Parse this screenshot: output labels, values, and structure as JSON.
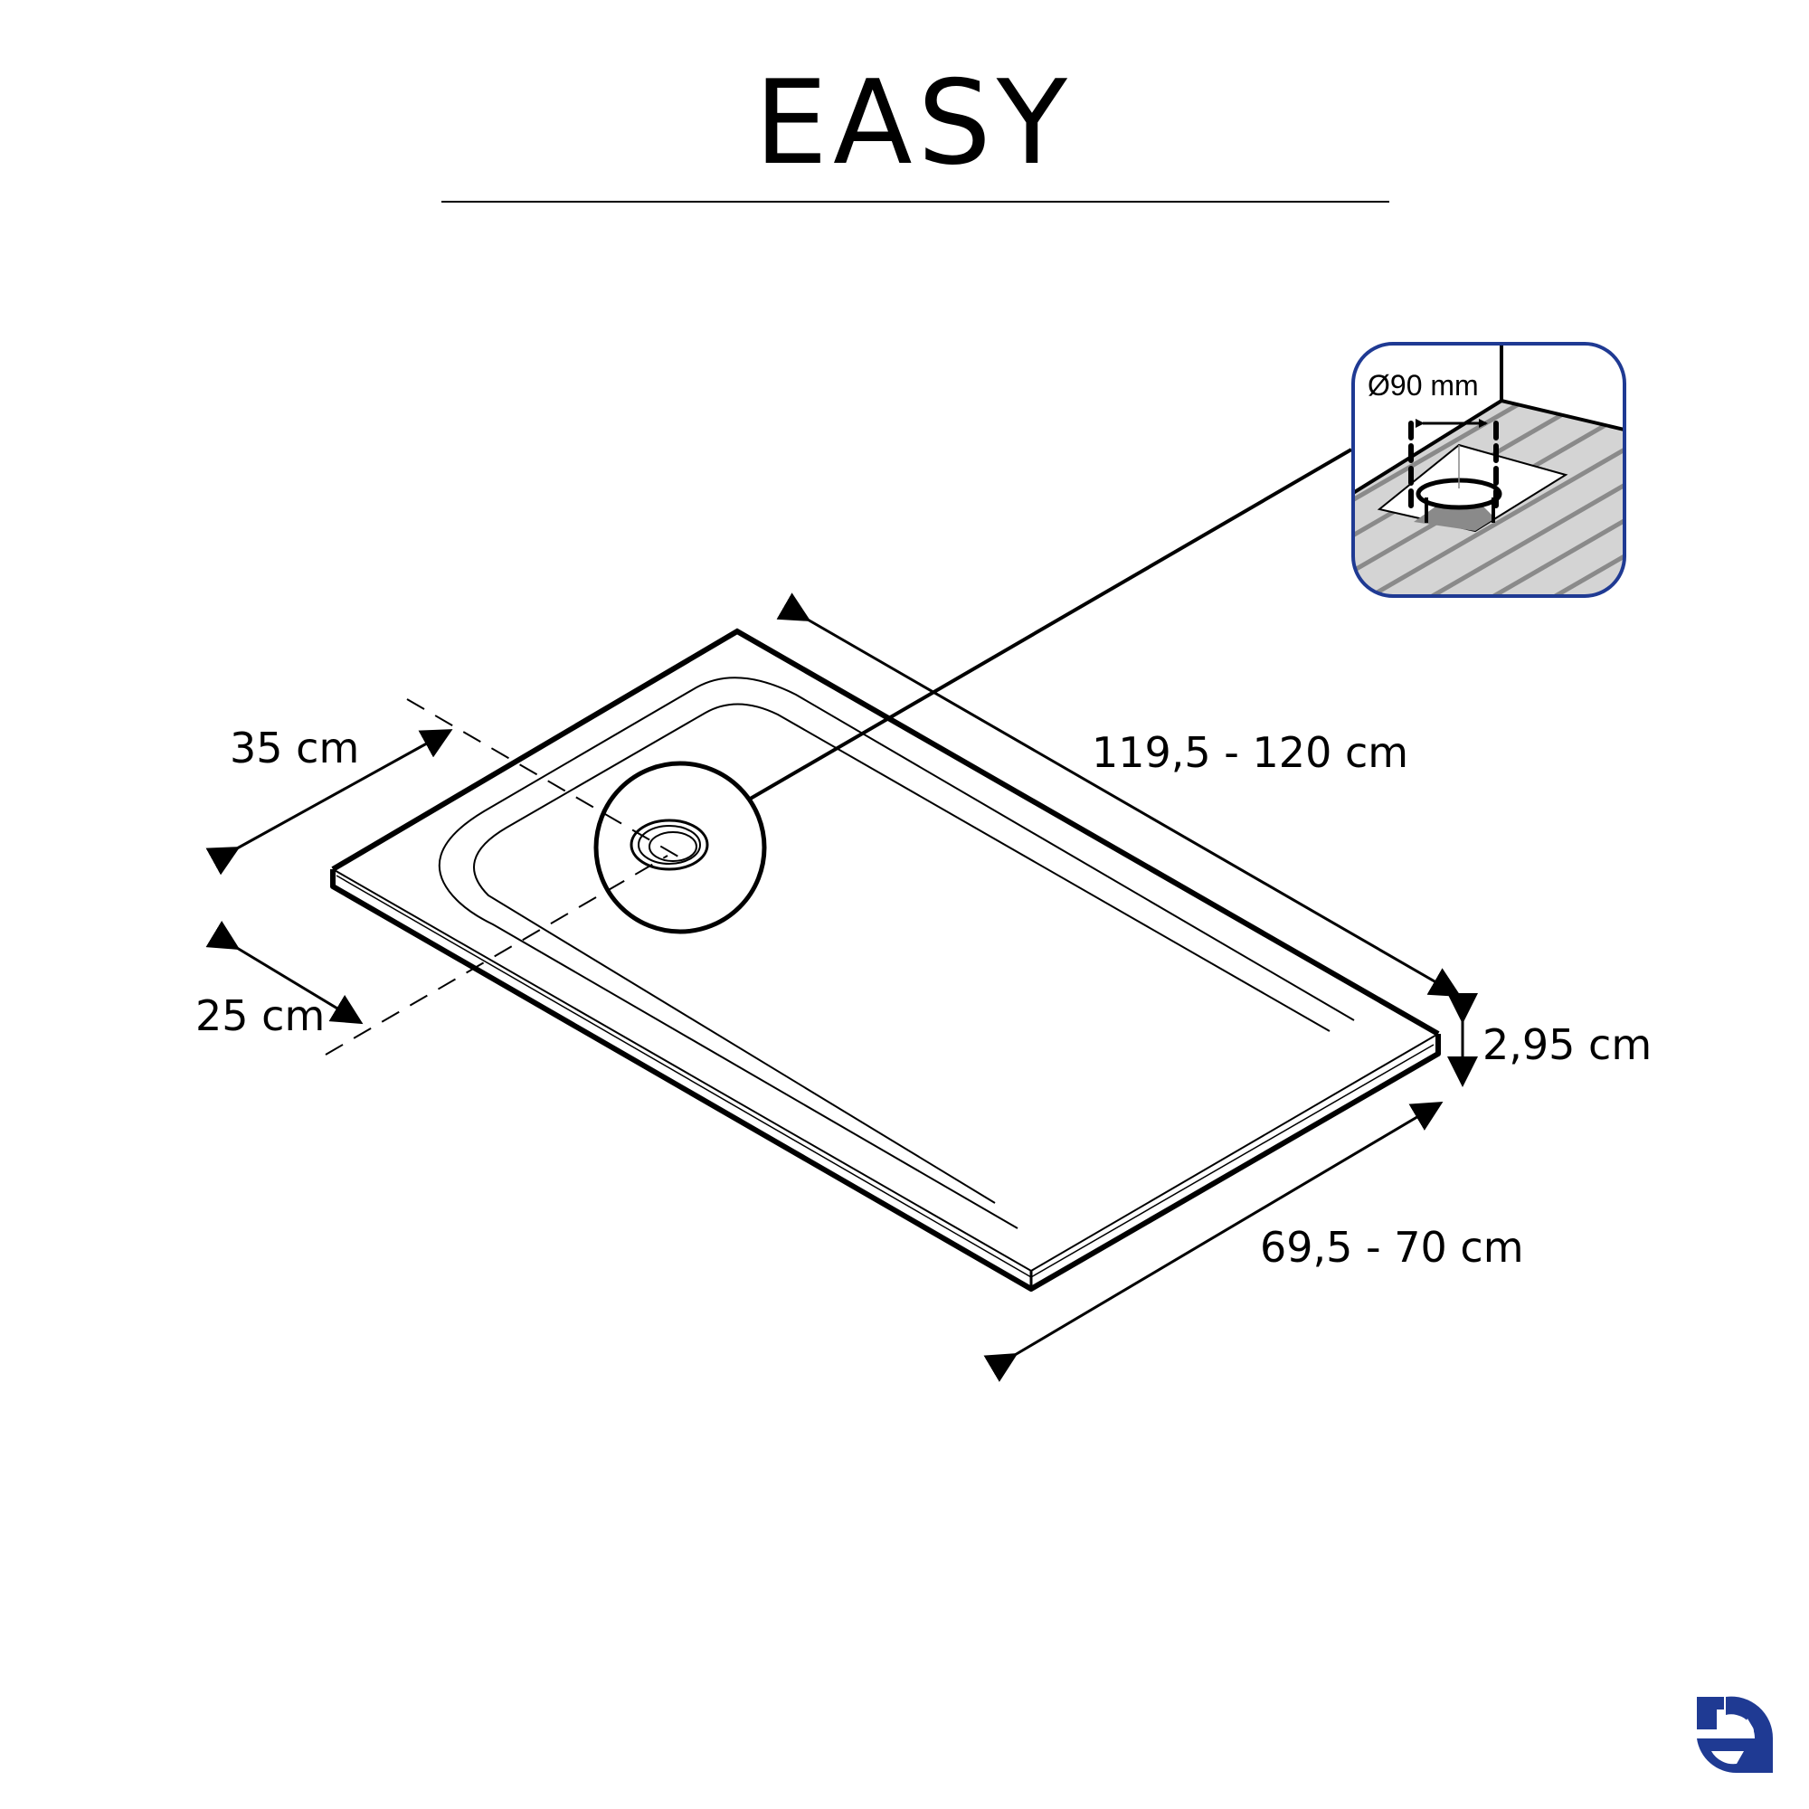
{
  "title": "EASY",
  "dimensions": {
    "length": "119,5 - 120 cm",
    "width": "69,5 - 70 cm",
    "height": "2,95 cm",
    "drain_offset_a": "35 cm",
    "drain_offset_b": "25 cm"
  },
  "inset": {
    "diameter_label": "Ø90 mm",
    "border_color": "#1f3a93"
  },
  "brand": {
    "logo": "brand-logo-icon",
    "color": "#1f3a93"
  }
}
